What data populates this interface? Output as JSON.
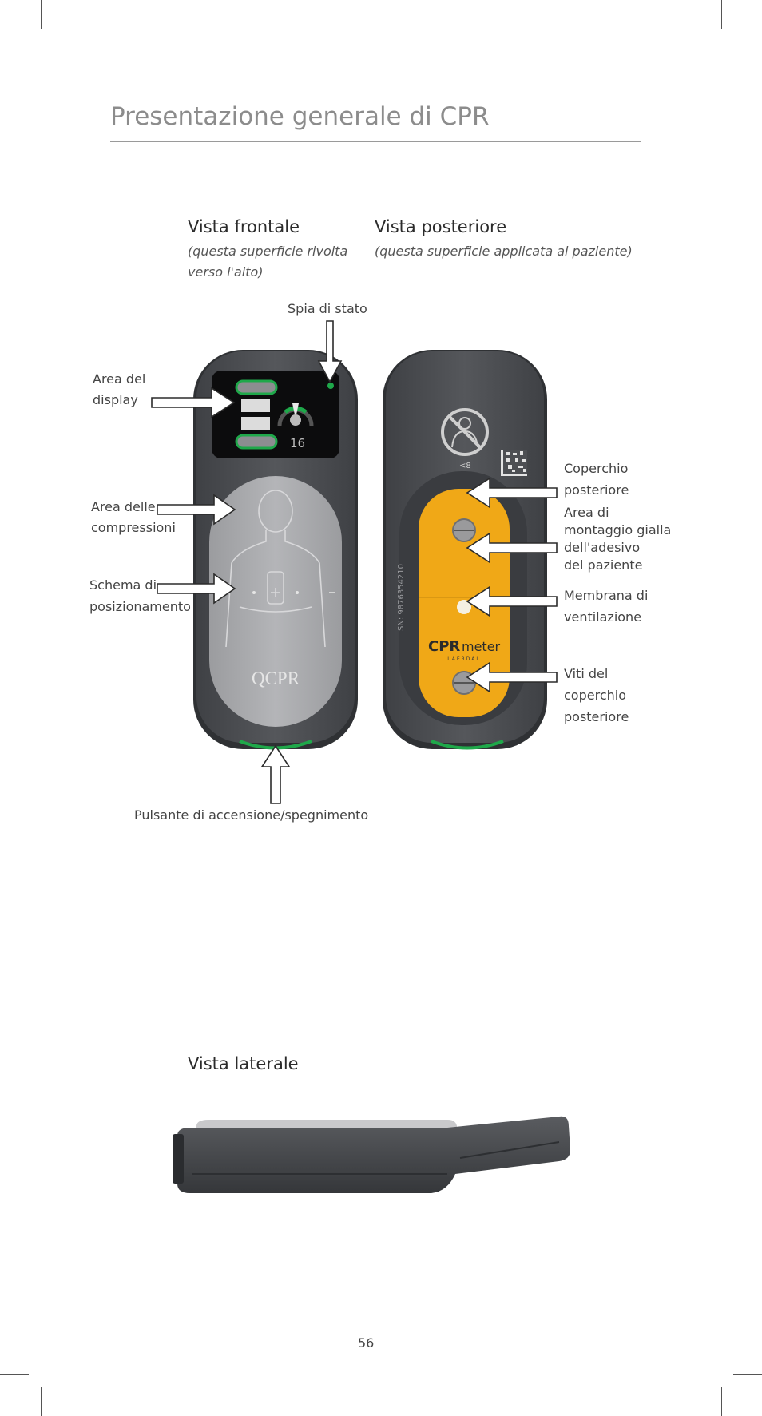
{
  "page": {
    "title": "Presentazione generale di CPR",
    "page_number": "56"
  },
  "front_view": {
    "heading": "Vista frontale",
    "subtitle_line1": "(questa superficie rivolta",
    "subtitle_line2": "verso l'alto)"
  },
  "back_view": {
    "heading": "Vista posteriore",
    "subtitle": "(questa superficie applicata al paziente)"
  },
  "side_view": {
    "heading": "Vista laterale"
  },
  "callouts": {
    "status_light": "Spia di stato",
    "display_area_line1": "Area del",
    "display_area_line2": "display",
    "compression_area_line1": "Area delle",
    "compression_area_line2": "compressioni",
    "placement_diagram_line1": "Schema di",
    "placement_diagram_line2": "posizionamento",
    "power_button": "Pulsante di accensione/spegnimento",
    "back_cover_line1": "Coperchio",
    "back_cover_line2": "posteriore",
    "yellow_area_line1": "Area di",
    "yellow_area_line2": "montaggio gialla",
    "yellow_area_line3": "dell'adesivo",
    "yellow_area_line4": "del paziente",
    "vent_membrane_line1": "Membrana di",
    "vent_membrane_line2": "ventilazione",
    "cover_screws_line1": "Viti del",
    "cover_screws_line2": "coperchio",
    "cover_screws_line3": "posteriore"
  },
  "device_markings": {
    "display_number": "16",
    "front_logo": "QCPR",
    "back_brand_bold": "CPR",
    "back_brand_light": "meter",
    "back_maker": "LAERDAL",
    "serial": "SN: 9876354210",
    "age_mark": "<8"
  },
  "colors": {
    "device_body": "#4d4f53",
    "pad": "#a9aaad",
    "accent_green": "#1fa84a",
    "back_yellow": "#f0a817"
  }
}
